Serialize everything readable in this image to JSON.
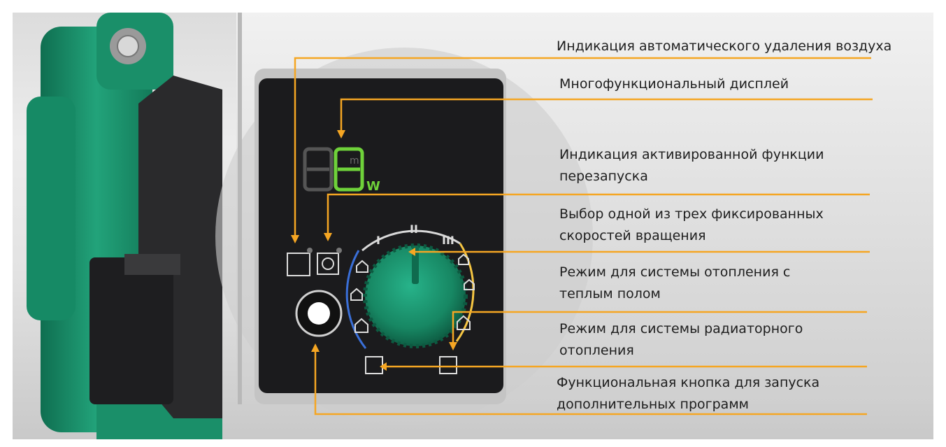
{
  "display": {
    "digits": "88",
    "unit_top": "m",
    "unit_bottom": "W"
  },
  "dial": {
    "speed_1": "I",
    "speed_2": "II",
    "speed_3": "III"
  },
  "callouts": [
    {
      "id": "air-removal",
      "text": "Индикация автоматического удаления воздуха"
    },
    {
      "id": "display",
      "text": "Многофункциональный дисплей"
    },
    {
      "id": "restart",
      "text": "Индикация активированной функции\nперезапуска"
    },
    {
      "id": "speeds",
      "text": "Выбор одной из трех фиксированных\nскоростей вращения"
    },
    {
      "id": "floor-heating",
      "text": "Режим для системы отопления с\nтеплым полом"
    },
    {
      "id": "radiator",
      "text": "Режим для системы радиаторного\nотопления"
    },
    {
      "id": "function-button",
      "text": "Функциональная кнопка для запуска\nдополнительных программ"
    }
  ],
  "colors": {
    "accent": "#f5a623",
    "pump_green": "#1f9a72",
    "panel": "#1b1b1d",
    "blue_arc": "#3a6fd8",
    "yellow_arc": "#f5c542",
    "digit_green": "#6fd23a"
  }
}
